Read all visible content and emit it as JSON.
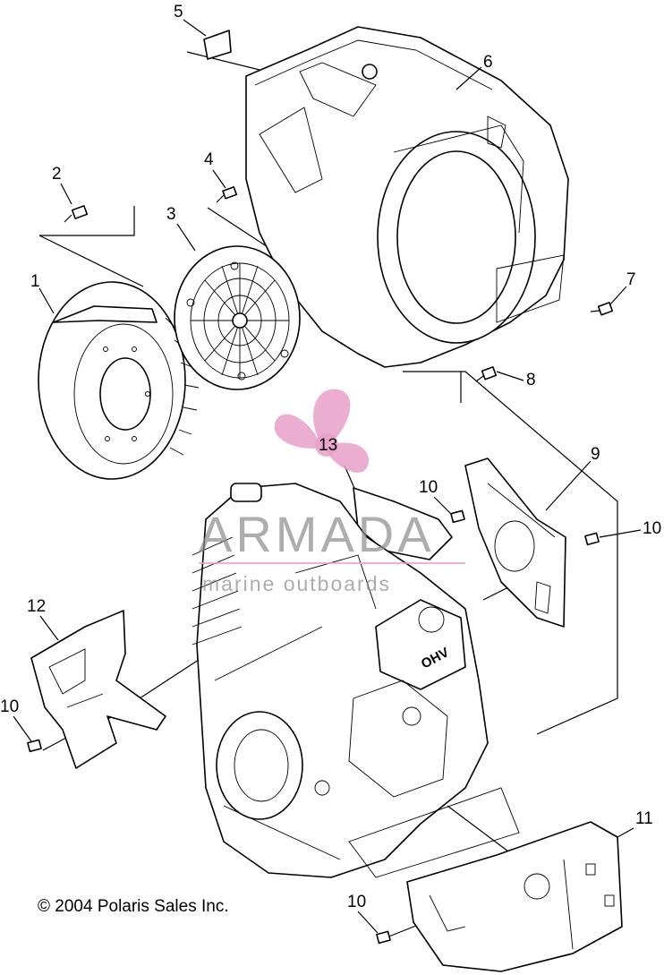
{
  "callouts": {
    "c1": "1",
    "c2": "2",
    "c3": "3",
    "c4": "4",
    "c5": "5",
    "c6": "6",
    "c7": "7",
    "c8": "8",
    "c9": "9",
    "c10a": "10",
    "c10b": "10",
    "c10c": "10",
    "c10d": "10",
    "c11": "11",
    "c12": "12",
    "c13": "13"
  },
  "engine_label": "OHV",
  "watermark": {
    "brand": "ARMADA",
    "tagline": "marine outboards",
    "logo_color": "#e8a0c8",
    "text_color": "#8a8a8a"
  },
  "copyright": "© 2004 Polaris Sales Inc."
}
